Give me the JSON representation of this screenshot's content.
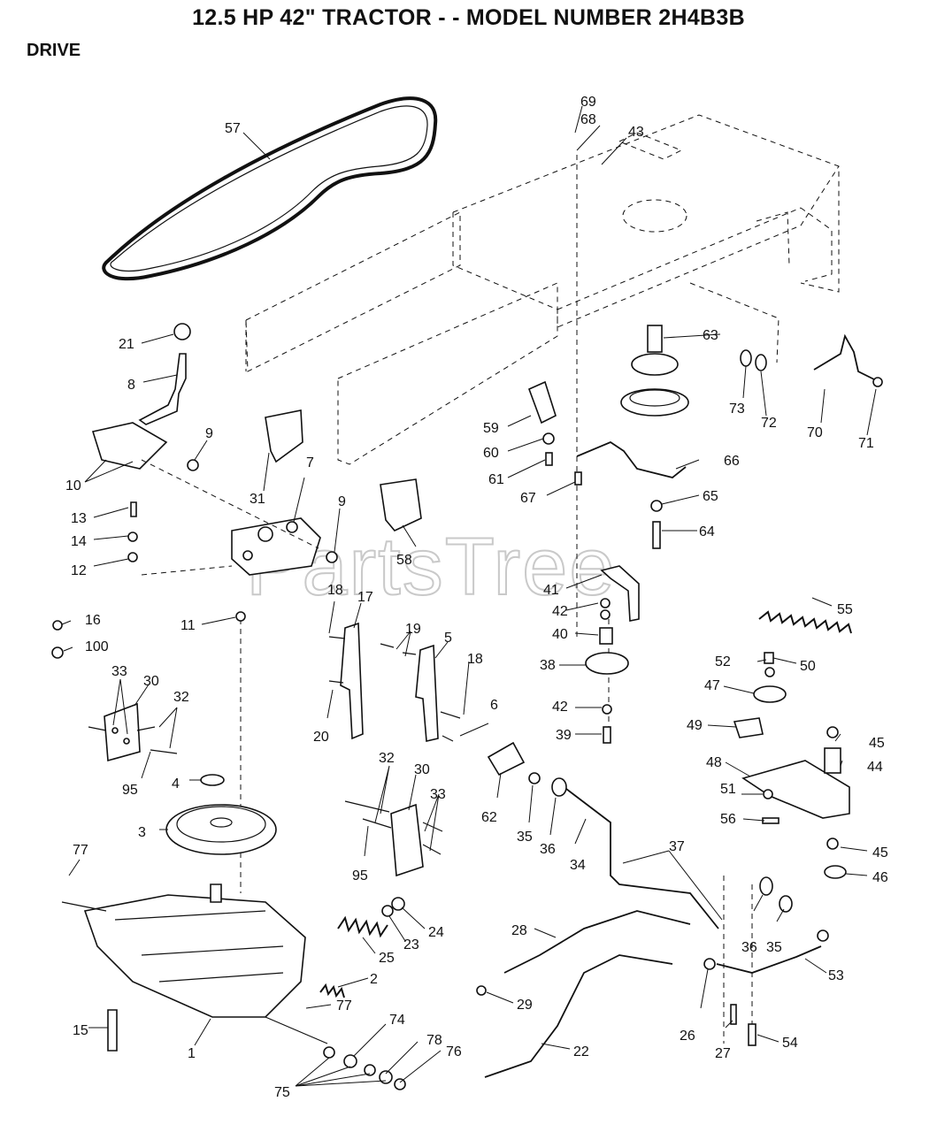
{
  "header": {
    "title": "12.5 HP 42\" TRACTOR - - MODEL NUMBER 2H4B3B",
    "section": "DRIVE"
  },
  "watermark": "PartsTree",
  "callouts": {
    "c69": "69",
    "c68": "68",
    "c43": "43",
    "c57": "57",
    "c63": "63",
    "c21": "21",
    "c8": "8",
    "c73": "73",
    "c72": "72",
    "c70": "70",
    "c71": "71",
    "c9a": "9",
    "c59": "59",
    "c60": "60",
    "c66": "66",
    "c10": "10",
    "c31": "31",
    "c7": "7",
    "c61": "61",
    "c67": "67",
    "c65": "65",
    "c13": "13",
    "c9b": "9",
    "c64": "64",
    "c14": "14",
    "c58": "58",
    "c12": "12",
    "c41": "41",
    "c55": "55",
    "c18a": "18",
    "c17": "17",
    "c42a": "42",
    "c16": "16",
    "c11": "11",
    "c19": "19",
    "c5": "5",
    "c40": "40",
    "c100": "100",
    "c18b": "18",
    "c52": "52",
    "c50": "50",
    "c38": "38",
    "c33a": "33",
    "c30a": "30",
    "c47": "47",
    "c32a": "32",
    "c6": "6",
    "c42b": "42",
    "c20": "20",
    "c49": "49",
    "c39": "39",
    "c45a": "45",
    "c95a": "95",
    "c4": "4",
    "c32b": "32",
    "c30b": "30",
    "c48": "48",
    "c44": "44",
    "c62": "62",
    "c33b": "33",
    "c51": "51",
    "c56": "56",
    "c3": "3",
    "c35a": "35",
    "c36a": "36",
    "c34": "34",
    "c37": "37",
    "c45b": "45",
    "c95b": "95",
    "c77a": "77",
    "c46": "46",
    "c24": "24",
    "c28": "28",
    "c23": "23",
    "c36b": "36",
    "c35b": "35",
    "c25": "25",
    "c53": "53",
    "c2": "2",
    "c29": "29",
    "c77b": "77",
    "c15": "15",
    "c26": "26",
    "c27": "27",
    "c54": "54",
    "c74": "74",
    "c1": "1",
    "c22": "22",
    "c78": "78",
    "c76": "76",
    "c75": "75"
  }
}
